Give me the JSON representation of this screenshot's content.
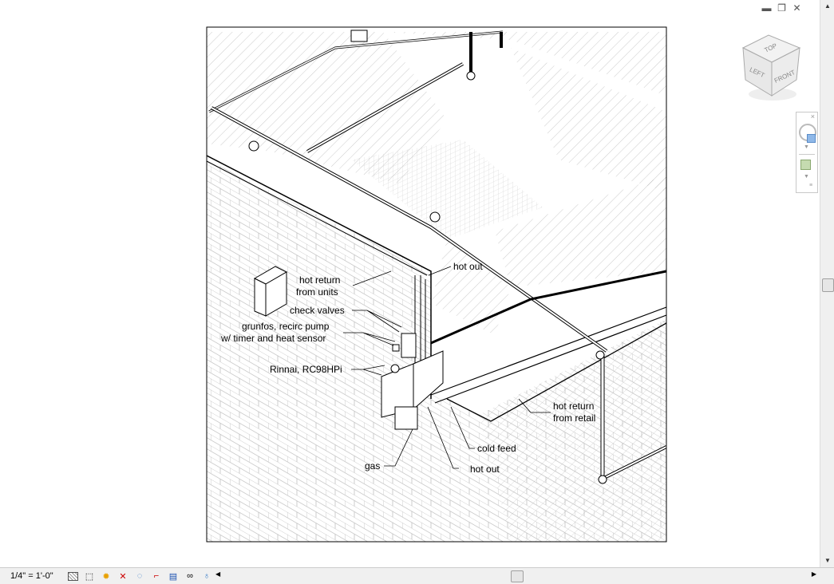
{
  "window_controls": {
    "minimize": "minimize-icon",
    "restore": "restore-icon",
    "close": "close-icon"
  },
  "viewcube": {
    "top": "TOP",
    "left": "LEFT",
    "front": "FRONT"
  },
  "annotations": {
    "hot_out_top": "hot out",
    "hot_return_units_1": "hot return",
    "hot_return_units_2": "from units",
    "check_valves": "check valves",
    "pump_1": "grunfos, recirc pump",
    "pump_2": "w/ timer and heat sensor",
    "heater": "Rinnai, RC98HPi",
    "hot_return_retail_1": "hot return",
    "hot_return_retail_2": "from retail",
    "cold_feed": "cold feed",
    "gas": "gas",
    "hot_out_bottom": "hot out"
  },
  "status_bar": {
    "scale": "1/4\" = 1'-0\"",
    "icons": [
      "detail-level-icon",
      "visual-style-icon",
      "sun-path-off-icon",
      "shadows-off-icon",
      "crop-view-icon",
      "show-crop-region-icon",
      "temporary-hide-icon",
      "reveal-hidden-icon",
      "lock-view-icon",
      "analysis-icon"
    ]
  }
}
